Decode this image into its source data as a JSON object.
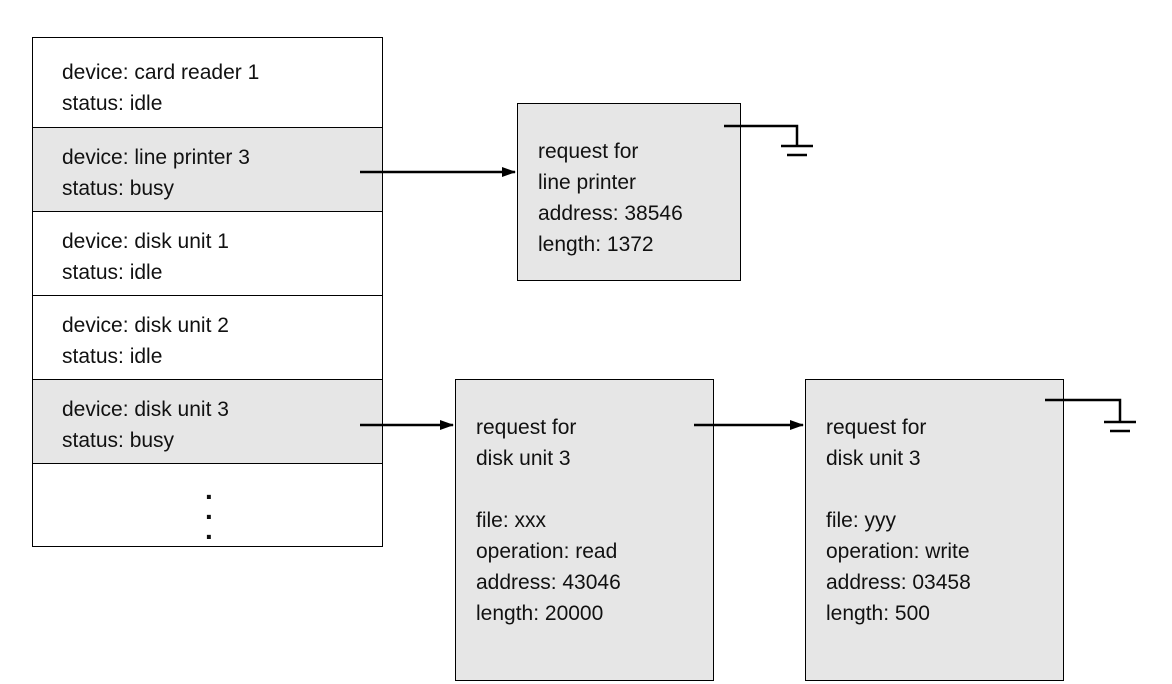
{
  "device_table": [
    {
      "device": "device: card reader 1",
      "status": "status: idle",
      "state": "idle"
    },
    {
      "device": "device: line printer 3",
      "status": "status: busy",
      "state": "busy"
    },
    {
      "device": "device: disk unit 1",
      "status": "status: idle",
      "state": "idle"
    },
    {
      "device": "device: disk unit 2",
      "status": "status: idle",
      "state": "idle"
    },
    {
      "device": "device: disk unit 3",
      "status": "status: busy",
      "state": "busy"
    }
  ],
  "ellipsis": ":\n.",
  "requests": {
    "printer": {
      "lines": [
        "request for",
        "line printer",
        "address: 38546",
        "length: 1372"
      ]
    },
    "disk_a": {
      "lines": [
        "request for",
        "disk unit 3",
        "",
        "file: xxx",
        "operation: read",
        "address: 43046",
        "length: 20000"
      ]
    },
    "disk_b": {
      "lines": [
        "request for",
        "disk unit 3",
        "",
        "file: yyy",
        "operation: write",
        "address: 03458",
        "length: 500"
      ]
    }
  },
  "colors": {
    "busy_fill": "#e6e6e6",
    "request_fill": "#e6e6e6",
    "line": "#000000"
  }
}
